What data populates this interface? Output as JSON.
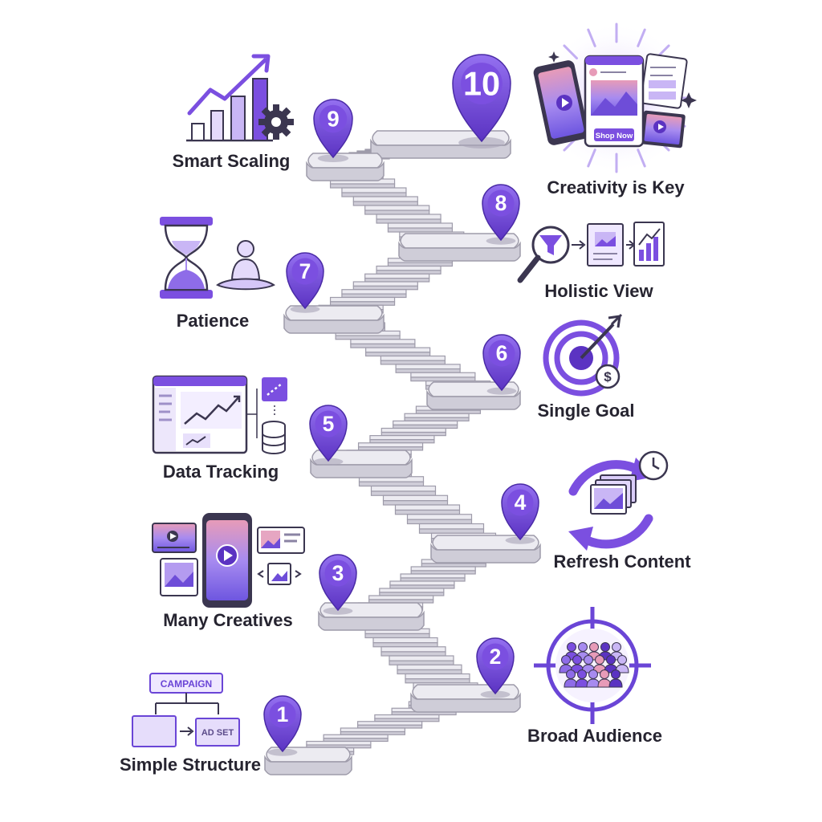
{
  "steps": [
    {
      "number": "1",
      "label": "Simple Structure"
    },
    {
      "number": "2",
      "label": "Broad Audience"
    },
    {
      "number": "3",
      "label": "Many Creatives"
    },
    {
      "number": "4",
      "label": "Refresh Content"
    },
    {
      "number": "5",
      "label": "Data Tracking"
    },
    {
      "number": "6",
      "label": "Single Goal"
    },
    {
      "number": "7",
      "label": "Patience"
    },
    {
      "number": "8",
      "label": "Holistic View"
    },
    {
      "number": "9",
      "label": "Smart Scaling"
    },
    {
      "number": "10",
      "label": "Creativity is Key"
    }
  ],
  "icon_text": {
    "campaign": "CAMPAIGN",
    "ad_set": "AD SET",
    "shop_now": "Shop Now"
  },
  "colors": {
    "accent": "#7B4FE0",
    "accent_dark": "#5B33C2",
    "accent_light": "#C9B6F5",
    "stair_top": "#ECEBF1",
    "stair_front": "#CFCDD8",
    "stair_edge": "#9E9BAA",
    "text": "#262430"
  },
  "icons": {
    "step1": "hierarchy-icon",
    "step2": "audience-target-icon",
    "step3": "creatives-collage-icon",
    "step4": "refresh-cycle-icon",
    "step5": "dashboard-database-icon",
    "step6": "target-dollar-icon",
    "step7": "hourglass-meditation-icon",
    "step8": "funnel-analytics-icon",
    "step9": "growth-chart-gear-icon",
    "step10": "creative-phones-burst-icon"
  }
}
